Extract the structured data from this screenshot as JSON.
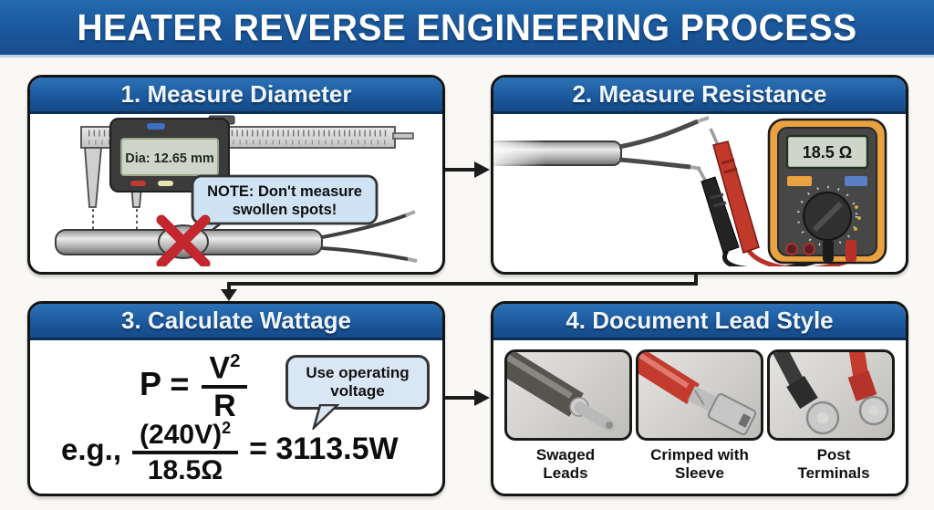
{
  "title": "HEATER REVERSE ENGINEERING PROCESS",
  "colors": {
    "banner_blue": "#1b579c",
    "header_border_navy": "#0c3158",
    "note_bubble_blue": "#cfe3f4",
    "warning_red_x": "#c1272d",
    "multimeter_orange": "#e8a23f",
    "lcd_green": "#cfd6c9"
  },
  "panel1": {
    "header": "1. Measure Diameter",
    "caliper_reading": "Dia: 12.65 mm",
    "note_line1": "NOTE: Don't measure",
    "note_line2": "swollen spots!"
  },
  "panel2": {
    "header": "2. Measure Resistance",
    "meter_reading": "18.5 Ω"
  },
  "panel3": {
    "header": "3. Calculate Wattage",
    "formula": {
      "lhs": "P =",
      "num": "V",
      "sup": "2",
      "den": "R"
    },
    "note_line1": "Use operating",
    "note_line2": "voltage",
    "example": {
      "prefix": "e.g.,",
      "num": "(240V)",
      "sup": "2",
      "den": "18.5Ω",
      "result": "= 3113.5W"
    }
  },
  "panel4": {
    "header": "4. Document Lead Style",
    "items": [
      {
        "line1": "Swaged",
        "line2": "Leads"
      },
      {
        "line1": "Crimped with",
        "line2": "Sleeve"
      },
      {
        "line1": "Post",
        "line2": "Terminals"
      }
    ]
  }
}
